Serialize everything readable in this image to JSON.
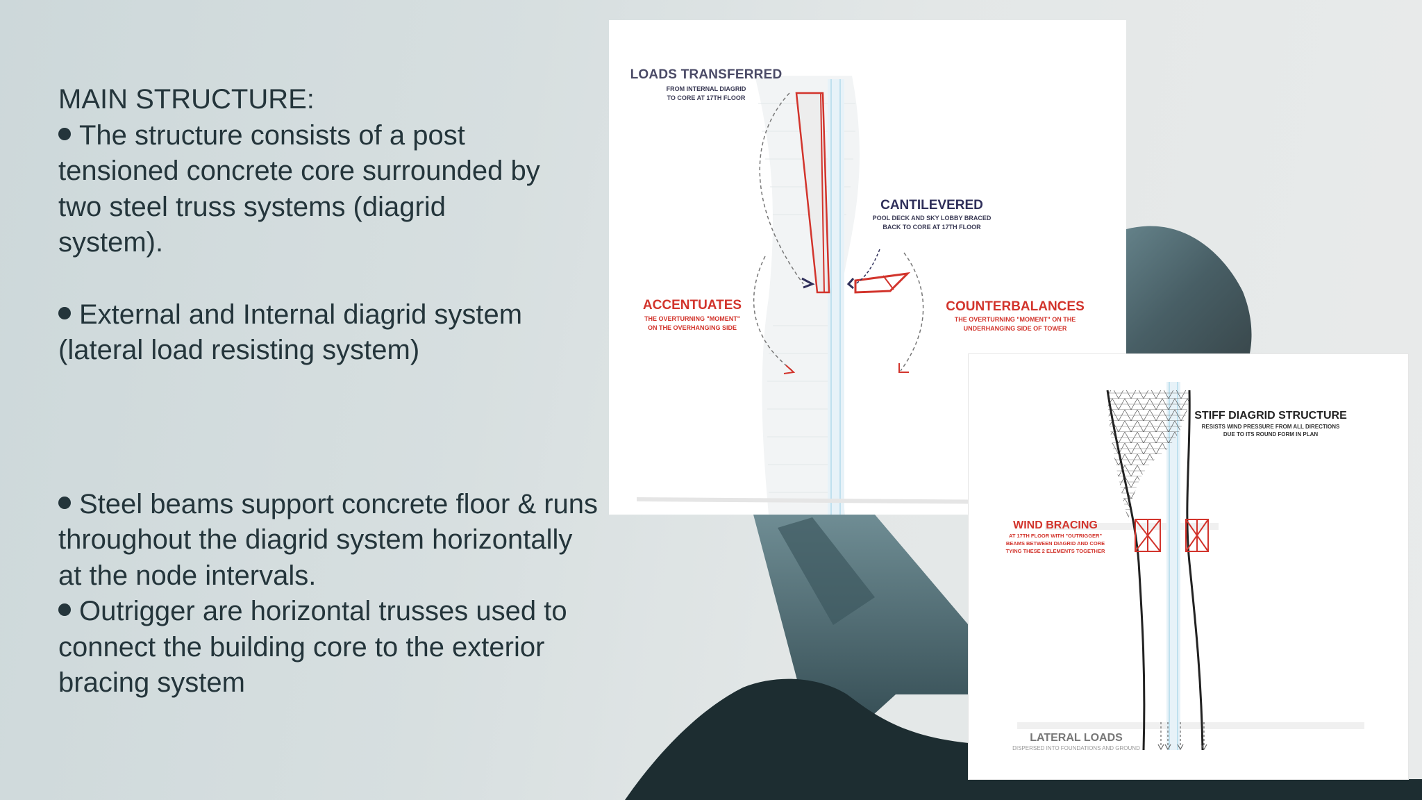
{
  "slide": {
    "heading": "MAIN STRUCTURE:",
    "bullets": [
      {
        "lines": [
          "The structure consists of a post",
          "tensioned concrete core surrounded by",
          "two steel truss systems (diagrid",
          "system)."
        ]
      },
      {
        "lines": [
          "External and Internal diagrid system",
          "(lateral load resisting system)"
        ]
      },
      {
        "lines": [
          "Steel beams support concrete floor & runs",
          "throughout the diagrid system horizontally",
          "at the node intervals."
        ]
      },
      {
        "lines": [
          "Outrigger are horizontal trusses used to",
          "connect the building core to the exterior",
          "bracing system"
        ]
      }
    ]
  },
  "diagram1": {
    "loads_title": "LOADS TRANSFERRED",
    "loads_sub1": "FROM INTERNAL DIAGRID",
    "loads_sub2": "TO CORE AT 17TH FLOOR",
    "cant_title": "CANTILEVERED",
    "cant_sub1": "POOL DECK AND SKY LOBBY BRACED",
    "cant_sub2": "BACK TO CORE AT 17TH FLOOR",
    "acc_title": "ACCENTUATES",
    "acc_sub1": "THE OVERTURNING \"MOMENT\"",
    "acc_sub2": "ON THE OVERHANGING SIDE",
    "counter_title": "COUNTERBALANCES",
    "counter_sub1": "THE OVERTURNING \"MOMENT\" ON THE",
    "counter_sub2": "UNDERHANGING SIDE OF TOWER"
  },
  "diagram2": {
    "stiff_title": "STIFF DIAGRID STRUCTURE",
    "stiff_sub1": "RESISTS WIND PRESSURE FROM ALL DIRECTIONS",
    "stiff_sub2": "DUE TO ITS ROUND FORM IN PLAN",
    "wind_title": "WIND BRACING",
    "wind_sub1": "AT 17TH FLOOR WITH \"OUTRIGGER\"",
    "wind_sub2": "BEAMS BETWEEN DIAGRID AND CORE",
    "wind_sub3": "TYING THESE 2 ELEMENTS TOGETHER",
    "lateral_title": "LATERAL LOADS",
    "lateral_sub": "DISPERSED INTO FOUNDATIONS AND GROUND"
  },
  "colors": {
    "text": "#24353b",
    "accent_red": "#d2342c",
    "navy": "#2f2f5a",
    "dark_teal": "#2c464e"
  }
}
